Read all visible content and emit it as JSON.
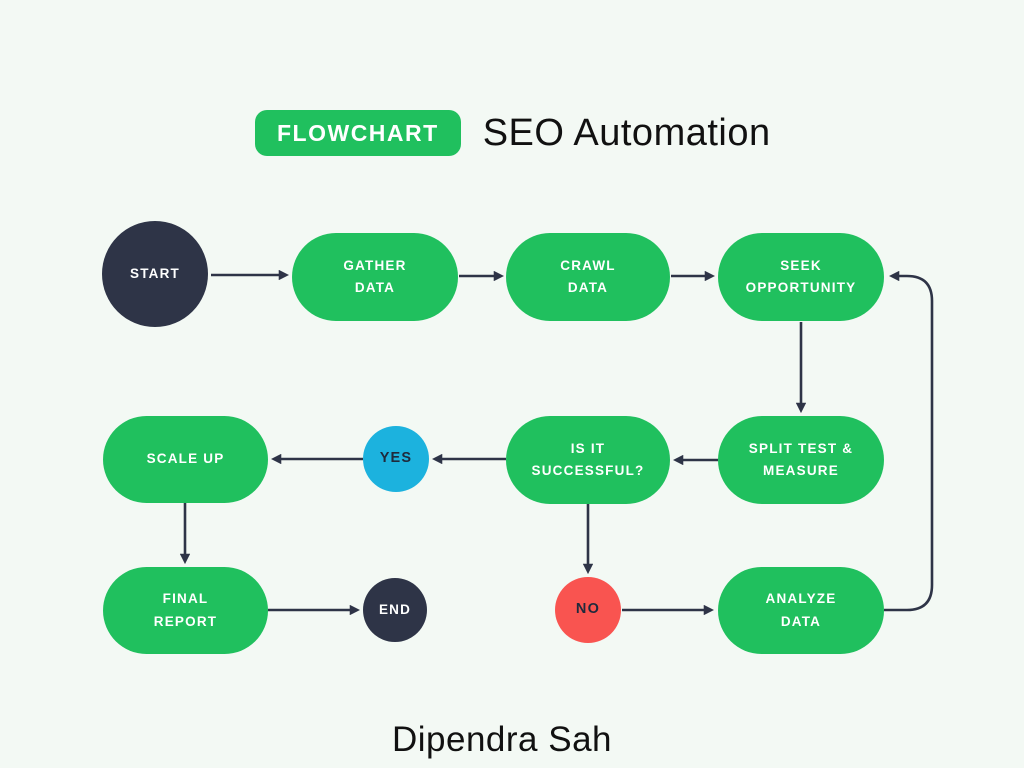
{
  "header": {
    "badge": "FLOWCHART",
    "title": "SEO Automation"
  },
  "footer": {
    "author": "Dipendra Sah"
  },
  "palette": {
    "background": "#f3f9f4",
    "green": "#20c05e",
    "dark": "#2e3447",
    "blue": "#1cb2de",
    "red": "#f95450",
    "line": "#2e3447",
    "title_text": "#111111",
    "badge_text": "#ffffff",
    "node_text": "#ffffff",
    "decision_text": "#1f2a3c"
  },
  "nodes": {
    "start": {
      "label": [
        "START"
      ],
      "shape": "circle",
      "color": "dark"
    },
    "gather_data": {
      "label": [
        "GATHER",
        "DATA"
      ],
      "shape": "pill",
      "color": "green"
    },
    "crawl_data": {
      "label": [
        "CRAWL",
        "DATA"
      ],
      "shape": "pill",
      "color": "green"
    },
    "seek_opportunity": {
      "label": [
        "SEEK",
        "OPPORTUNITY"
      ],
      "shape": "pill",
      "color": "green"
    },
    "scale_up": {
      "label": [
        "SCALE UP"
      ],
      "shape": "pill",
      "color": "green"
    },
    "yes": {
      "label": [
        "YES"
      ],
      "shape": "circle",
      "color": "blue"
    },
    "is_it_successful": {
      "label": [
        "IS IT",
        "SUCCESSFUL?"
      ],
      "shape": "pill",
      "color": "green"
    },
    "split_test_measure": {
      "label": [
        "SPLIT TEST &",
        "MEASURE"
      ],
      "shape": "pill",
      "color": "green"
    },
    "final_report": {
      "label": [
        "FINAL",
        "REPORT"
      ],
      "shape": "pill",
      "color": "green"
    },
    "end": {
      "label": [
        "END"
      ],
      "shape": "circle",
      "color": "dark"
    },
    "no": {
      "label": [
        "NO"
      ],
      "shape": "circle",
      "color": "red"
    },
    "analyze_data": {
      "label": [
        "ANALYZE",
        "DATA"
      ],
      "shape": "pill",
      "color": "green"
    }
  },
  "edges": [
    {
      "from": "start",
      "to": "gather_data"
    },
    {
      "from": "gather_data",
      "to": "crawl_data"
    },
    {
      "from": "crawl_data",
      "to": "seek_opportunity"
    },
    {
      "from": "seek_opportunity",
      "to": "split_test_measure"
    },
    {
      "from": "split_test_measure",
      "to": "is_it_successful"
    },
    {
      "from": "is_it_successful",
      "to": "yes"
    },
    {
      "from": "yes",
      "to": "scale_up"
    },
    {
      "from": "scale_up",
      "to": "final_report"
    },
    {
      "from": "final_report",
      "to": "end"
    },
    {
      "from": "is_it_successful",
      "to": "no"
    },
    {
      "from": "no",
      "to": "analyze_data"
    },
    {
      "from": "analyze_data",
      "to": "seek_opportunity"
    }
  ]
}
